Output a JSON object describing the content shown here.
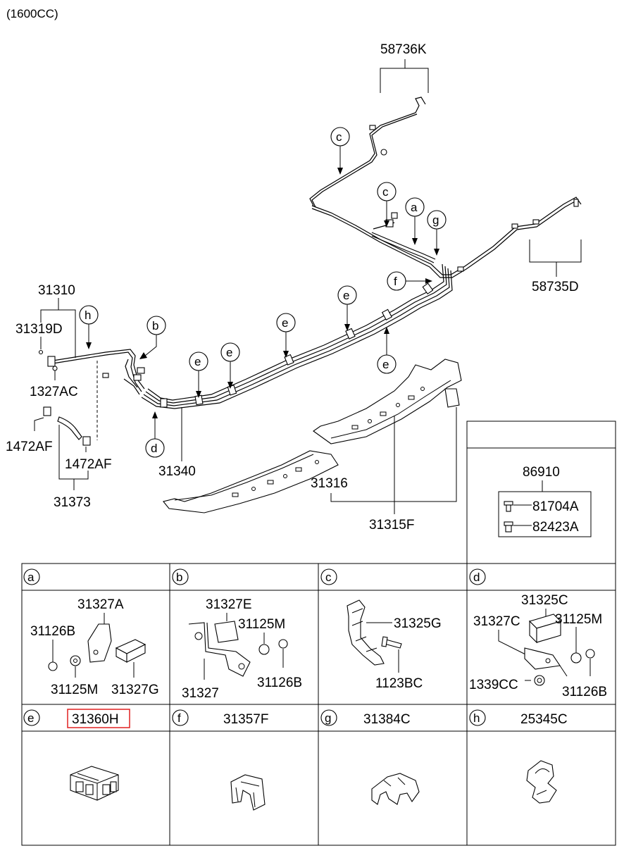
{
  "title": "(1600CC)",
  "labels": {
    "p58736K": "58736K",
    "p58735D": "58735D",
    "p31310": "31310",
    "p31319D": "31319D",
    "p1327AC": "1327AC",
    "p1472AF_left": "1472AF",
    "p1472AF_right": "1472AF",
    "p31373": "31373",
    "p31340": "31340",
    "p31316": "31316",
    "p31315F": "31315F"
  },
  "callouts": {
    "c_top": "c",
    "c_mid": "c",
    "a": "a",
    "g": "g",
    "f": "f",
    "e1": "e",
    "e2": "e",
    "e3": "e",
    "e4": "e",
    "e5": "e",
    "h": "h",
    "b": "b",
    "d": "d"
  },
  "inset": {
    "title": "86910",
    "items": [
      "81704A",
      "82423A"
    ]
  },
  "table": {
    "row1": [
      {
        "letter": "a",
        "parts": [
          "31327A",
          "31126B",
          "31125M",
          "31327G"
        ]
      },
      {
        "letter": "b",
        "parts": [
          "31327E",
          "31125M",
          "31327",
          "31126B"
        ]
      },
      {
        "letter": "c",
        "parts": [
          "31325G",
          "1123BC"
        ]
      },
      {
        "letter": "d",
        "parts": [
          "31325C",
          "31327C",
          "31125M",
          "1339CC",
          "31126B"
        ]
      }
    ],
    "row2": [
      {
        "letter": "e",
        "part": "31360H",
        "highlighted": true
      },
      {
        "letter": "f",
        "part": "31357F",
        "highlighted": false
      },
      {
        "letter": "g",
        "part": "31384C",
        "highlighted": false
      },
      {
        "letter": "h",
        "part": "25345C",
        "highlighted": false
      }
    ]
  },
  "colors": {
    "highlight": "#e02020",
    "line": "#000000"
  }
}
